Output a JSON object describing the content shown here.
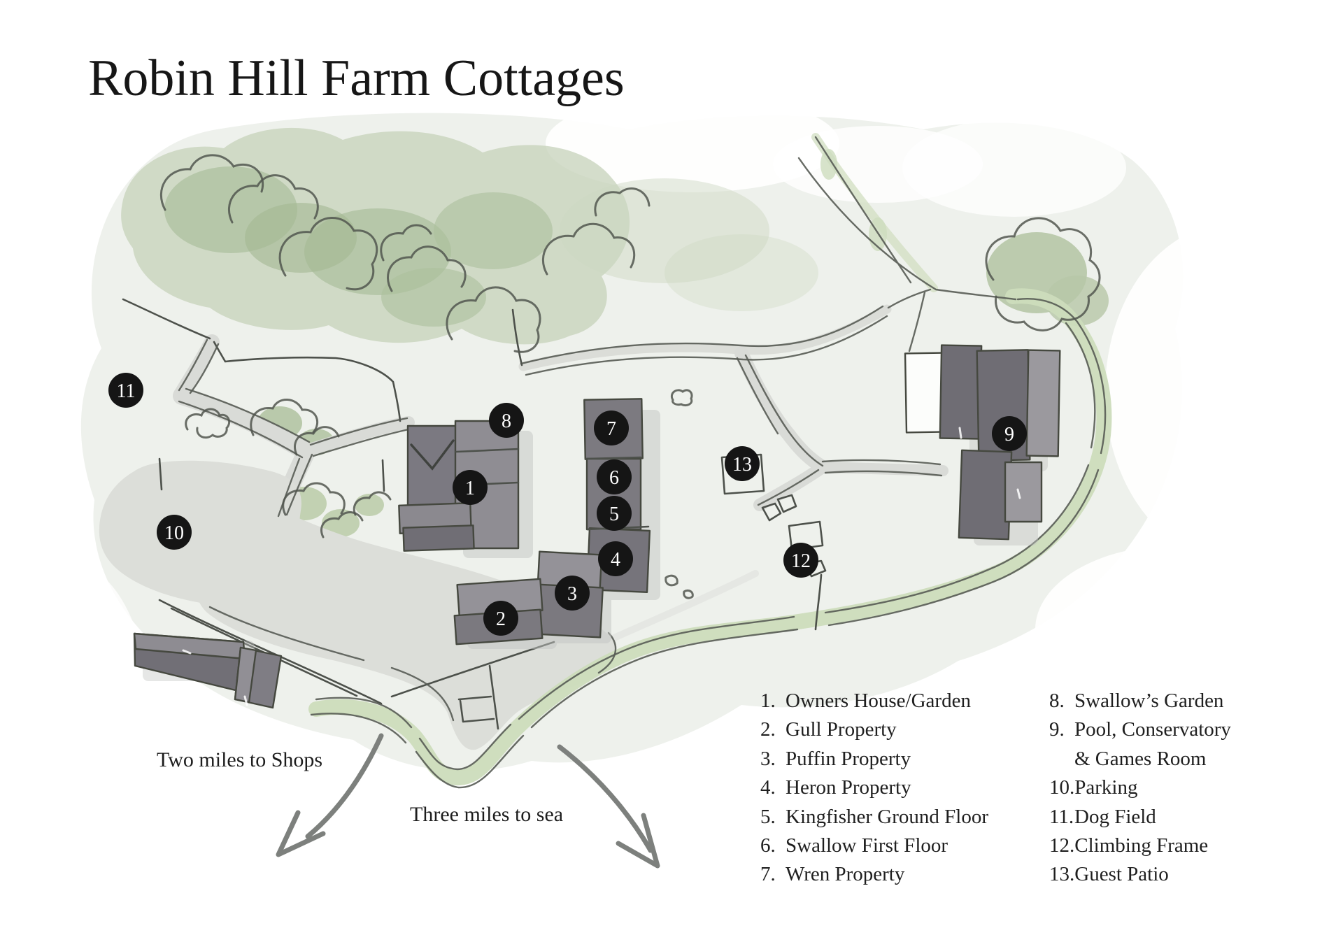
{
  "page": {
    "title": "Robin Hill Farm Cottages"
  },
  "annotations": {
    "shops": "Two miles to Shops",
    "sea": "Three miles to sea"
  },
  "legend": {
    "left": [
      {
        "num": "1.",
        "label": "Owners House/Garden"
      },
      {
        "num": "2.",
        "label": "Gull Property"
      },
      {
        "num": "3.",
        "label": "Puffin Property"
      },
      {
        "num": "4.",
        "label": "Heron Property"
      },
      {
        "num": "5.",
        "label": "Kingfisher Ground Floor"
      },
      {
        "num": "6.",
        "label": "Swallow First Floor"
      },
      {
        "num": "7.",
        "label": "Wren Property"
      }
    ],
    "right": [
      {
        "num": "8.",
        "label": "Swallow’s Garden"
      },
      {
        "num": "9.",
        "label": "Pool, Conservatory"
      },
      {
        "num": "",
        "label": "& Games Room"
      },
      {
        "num": "10.",
        "label": "Parking"
      },
      {
        "num": "11.",
        "label": "Dog Field"
      },
      {
        "num": "12.",
        "label": "Climbing Frame"
      },
      {
        "num": "13.",
        "label": "Guest Patio"
      }
    ]
  },
  "map": {
    "markers": [
      {
        "label": "1",
        "name": "Owners House/Garden"
      },
      {
        "label": "2",
        "name": "Gull Property"
      },
      {
        "label": "3",
        "name": "Puffin Property"
      },
      {
        "label": "4",
        "name": "Heron Property"
      },
      {
        "label": "5",
        "name": "Kingfisher Ground Floor"
      },
      {
        "label": "6",
        "name": "Swallow First Floor"
      },
      {
        "label": "7",
        "name": "Wren Property"
      },
      {
        "label": "8",
        "name": "Swallow’s Garden"
      },
      {
        "label": "9",
        "name": "Pool, Conservatory & Games Room"
      },
      {
        "label": "10",
        "name": "Parking"
      },
      {
        "label": "11",
        "name": "Dog Field"
      },
      {
        "label": "12",
        "name": "Climbing Frame"
      },
      {
        "label": "13",
        "name": "Guest Patio"
      }
    ]
  },
  "colors": {
    "ink": "#4d514b",
    "marker": "#151515",
    "building_dark": "#76747b",
    "building_light": "#949298",
    "road": "#d9dbd7",
    "wash": "#eef1ec",
    "canopy": "#c6d1ba",
    "hedge": "#ccdcbc",
    "arrow": "#7d807d"
  }
}
